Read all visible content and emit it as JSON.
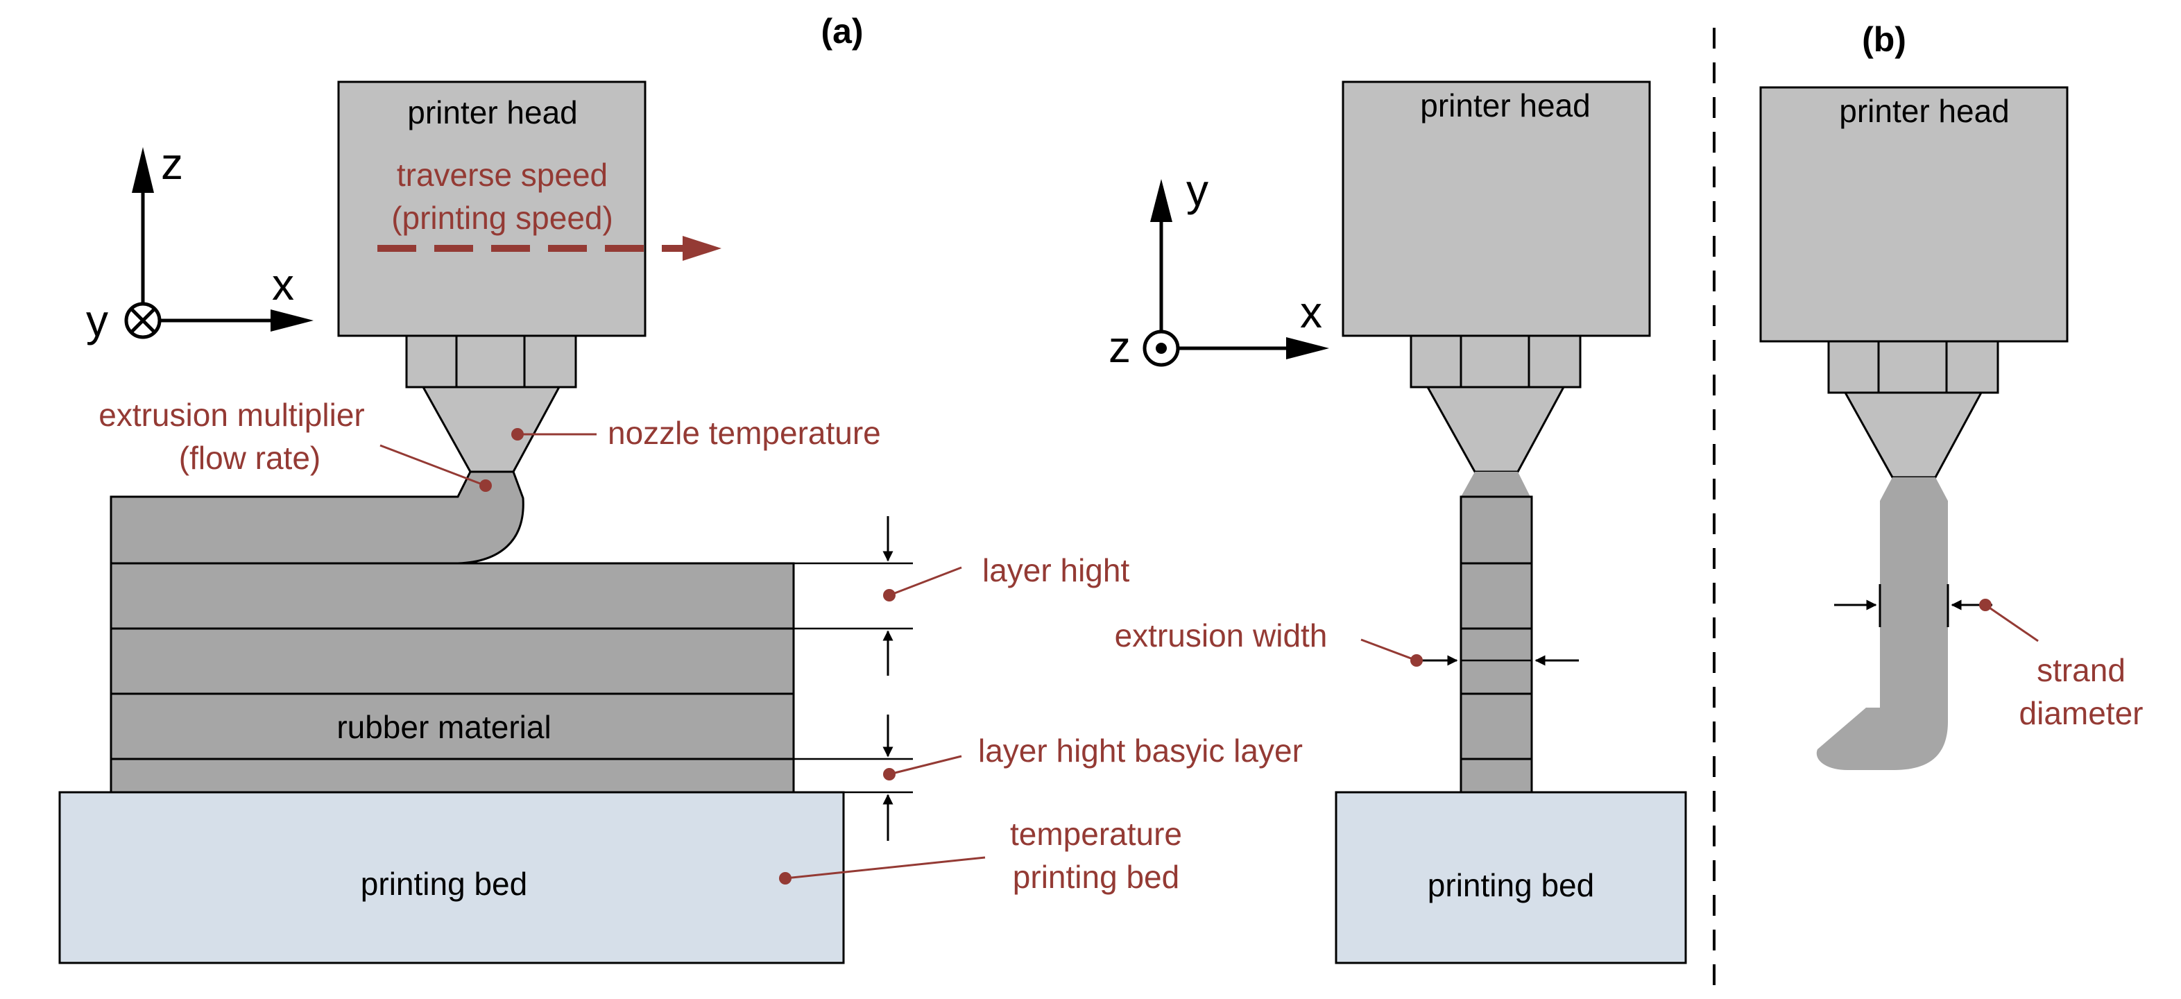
{
  "panels": {
    "a": "(a)",
    "b": "(b)"
  },
  "colors": {
    "head": "#c0c0c0",
    "layer": "#a6a6a6",
    "bed": "#d6dfe9",
    "annotation": "#943a34",
    "line": "#000000"
  },
  "panel_a": {
    "head_label": "printer head",
    "speed_line1": "traverse speed",
    "speed_line2": "(printing speed)",
    "flow_line1": "extrusion multiplier",
    "flow_line2": "(flow rate)",
    "nozzle_temp": "nozzle temperature",
    "layer_height": "layer hight",
    "material": "rubber material",
    "basic_layer": "layer hight basyic layer",
    "bed_label": "printing bed",
    "bed_temp_line1": "temperature",
    "bed_temp_line2": "printing bed",
    "axes": {
      "vertical": "z",
      "horizontal": "x",
      "out": "y"
    }
  },
  "panel_a2": {
    "head_label": "printer head",
    "extrusion_width": "extrusion width",
    "bed_label": "printing bed",
    "axes": {
      "vertical": "y",
      "horizontal": "x",
      "out": "z"
    }
  },
  "panel_b": {
    "head_label": "printer head",
    "strand_line1": "strand",
    "strand_line2": "diameter"
  }
}
